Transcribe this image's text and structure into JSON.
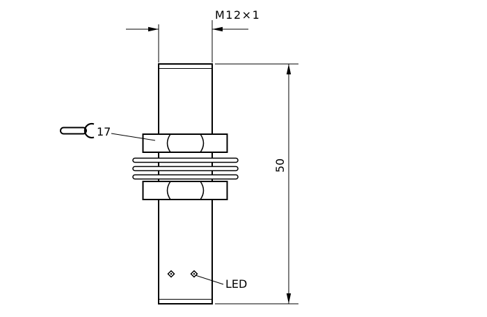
{
  "colors": {
    "line": "#000000",
    "background": "#ffffff"
  },
  "diagram": {
    "type": "technical-dimension-drawing",
    "labels": {
      "thread_spec": "M12×1",
      "wrench_size": "17",
      "length": "50",
      "led": "LED"
    }
  }
}
